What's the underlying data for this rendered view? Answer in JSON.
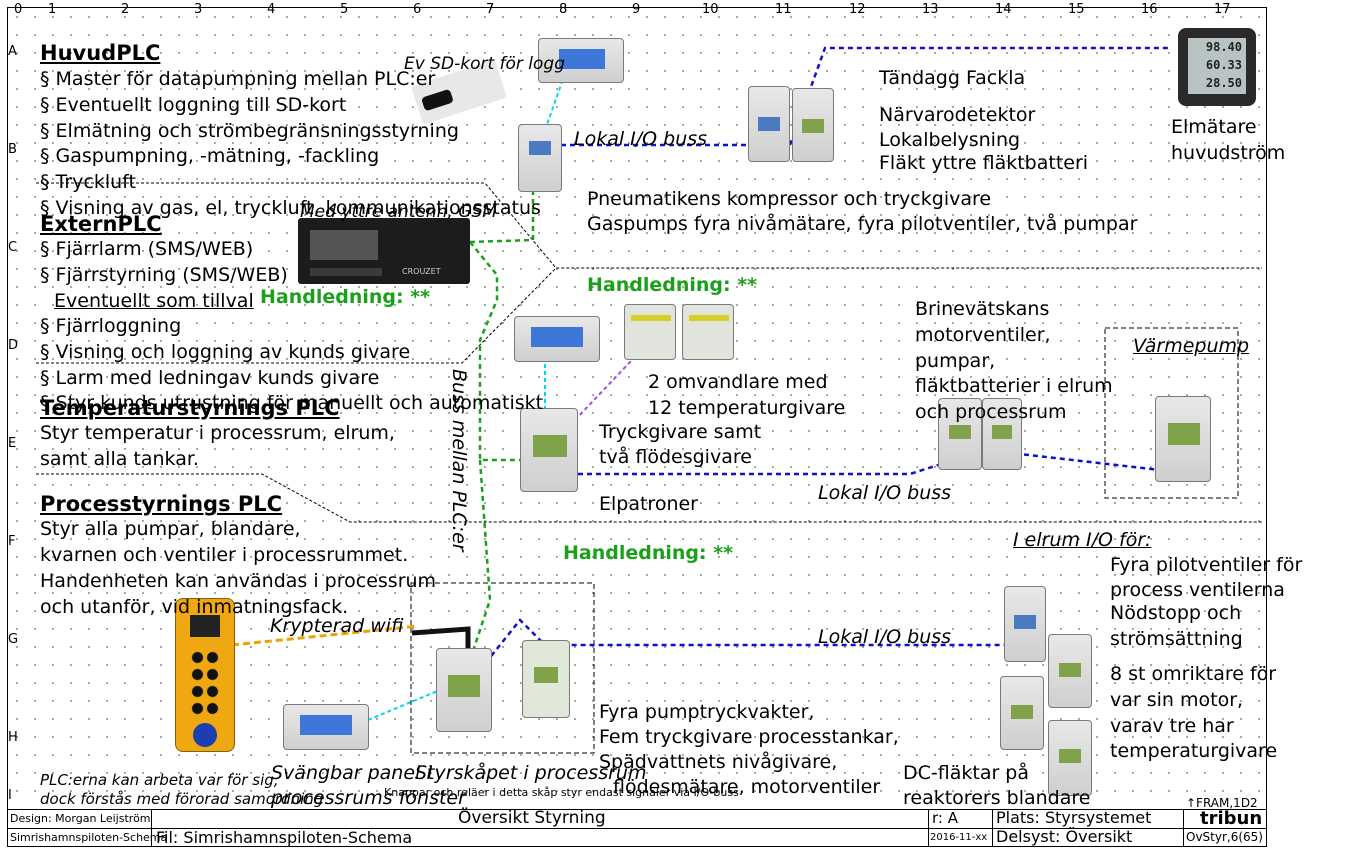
{
  "ruler": {
    "columns": [
      "0",
      "1",
      "2",
      "3",
      "4",
      "5",
      "6",
      "7",
      "8",
      "9",
      "10",
      "11",
      "12",
      "13",
      "14",
      "15",
      "16",
      "17"
    ],
    "rows": [
      "A",
      "B",
      "C",
      "D",
      "E",
      "F",
      "G",
      "H",
      "I"
    ]
  },
  "huvud": {
    "title": "HuvudPLC",
    "items": [
      "§ Master för datapumpning mellan PLC:er",
      "§ Eventuellt loggning till SD-kort",
      "§ Elmätning och strömbegränsningsstyrning",
      "§ Gaspumpning, -mätning, -fackling",
      "§ Tryckluft",
      "§ Visning av gas, el, tryckluft, kommunikationsstatus"
    ]
  },
  "extern": {
    "title": "ExternPLC",
    "items": [
      "§ Fjärrlarm (SMS/WEB)",
      "§ Fjärrstyrning (SMS/WEB)"
    ],
    "subtitle": "Eventuellt som tillval",
    "items2": [
      "§ Fjärrloggning",
      "§ Visning och loggning av kunds givare",
      "§ Larm med ledningav kunds givare",
      "§ Styr kunds utrustning för manuellt och automatiskt"
    ]
  },
  "temp": {
    "title": "Temperaturstyrnings PLC",
    "lines": [
      "Styr temperatur i processrum, elrum,",
      "samt alla tankar."
    ]
  },
  "process": {
    "title": "Processtyrnings PLC",
    "lines": [
      "Styr alla pumpar, blandare,",
      "kvarnen och ventiler i processrummet.",
      "Handenheten kan användas i processrum",
      "och utanför, vid inmatningsfack."
    ]
  },
  "labels": {
    "sd": "Ev SD-kort för logg",
    "antenn": "Med yttre antenn, GSM",
    "lokal_io": "Lokal I/O buss",
    "buss_mellan": "Buss mellan PLC:er",
    "krypterad": "Krypterad wifi",
    "handledning": "Handledning: **",
    "tandagg": "Tändagg Fackla",
    "narvaro": [
      "Närvarodetektor",
      "Lokalbelysning",
      "Fläkt yttre fläktbatteri"
    ],
    "elmatare": [
      "Elmätare",
      "huvudström"
    ],
    "pneumatik": [
      "Pneumatikens kompressor och tryckgivare",
      "Gaspumps fyra nivåmätare, fyra pilotventiler, två pumpar"
    ],
    "omvandlare": [
      "2 omvandlare med",
      "12 temperaturgivare"
    ],
    "tryckgivare": [
      "Tryckgivare samt",
      "två flödesgivare"
    ],
    "elpatroner": "Elpatroner",
    "brine": [
      "Brinevätskans",
      "motorventiler,",
      "pumpar,",
      "fläktbatterier i elrum",
      "och processrum"
    ],
    "varmepump": "Värmepump",
    "elrum_title": "I elrum I/O för:",
    "elrum": [
      "Fyra pilotventiler för",
      "process ventilerna",
      "Nödstopp och",
      "strömsättning",
      "",
      "8 st omriktare för",
      "var sin motor,",
      "varav tre har",
      "temperaturgivare"
    ],
    "pumptryck": [
      "Fyra pumptryckvakter,",
      "Fem tryckgivare processtankar,",
      "Spädvattnets nivågivare,",
      "flödesmätare, motorventiler"
    ],
    "dc": [
      "DC-fläktar på",
      "reaktorers blandare"
    ],
    "svangbar": [
      "Svängbar panel i",
      "processrums fönster"
    ],
    "styrskap": "Styrskåpet i processrum",
    "knappar": "Knappar och reläer i detta skåp styr endast signaler via I/O-buss",
    "plcerna": [
      "PLC:erna kan arbeta var för sig,",
      "dock förstås med förorad samordning"
    ],
    "meter_values": [
      "98.40",
      "60.33",
      "28.50"
    ],
    "hmi_brand": "CROUZET"
  },
  "titleblock": {
    "design": "Design: Morgan Leijström",
    "schema": "Simrishamnspiloten-Schema",
    "title": "Översikt Styrning",
    "fil": "Fil: Simrishamnspiloten-Schema",
    "rev": "r: A",
    "date": "2016-11-xx",
    "plats": "Plats: Styrsystemet",
    "delsyst": "Delsyst: Översikt",
    "fram": "↑FRAM,1D2",
    "brand": "tribun",
    "page": "OvStyr,6(65)"
  },
  "colors": {
    "io_bus": "#1010d0",
    "plc_bus": "#1aa01a",
    "wifi": "#f0a000",
    "cyan": "#00d8e8",
    "purple": "#a050e0"
  }
}
